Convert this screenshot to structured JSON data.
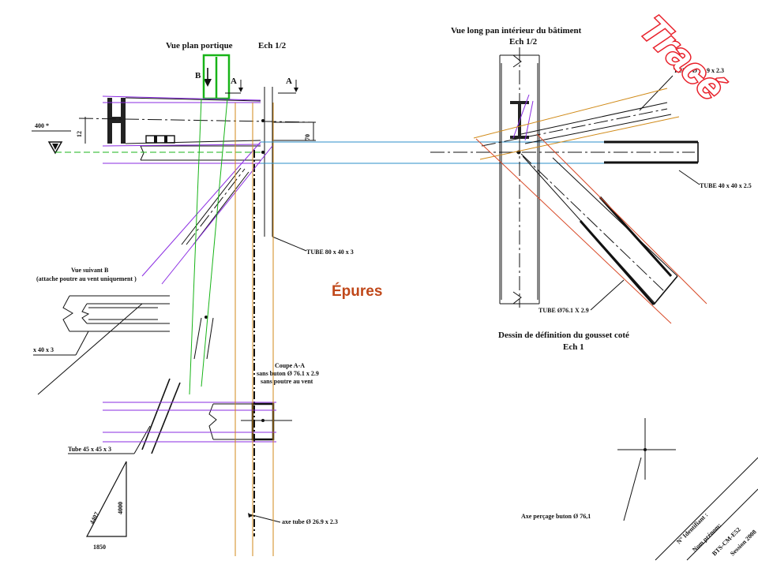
{
  "colors": {
    "trace": "#e8202a",
    "epures": "#c0481a",
    "purple": "#8a2be2",
    "green": "#18b418",
    "cyan": "#2b8fc8",
    "orange": "#d08a18",
    "red_line": "#d84a28"
  },
  "titles": {
    "plan_view": "Vue plan portique",
    "plan_scale": "Ech 1/2",
    "long_view": "Vue long pan intérieur du bâtiment",
    "long_scale": "Ech 1/2",
    "gusset_title": "Dessin de définition du  gousset coté",
    "gusset_scale": "Ech 1",
    "epures": "Épures",
    "trace": "Tracé"
  },
  "labels": {
    "view_b": "B",
    "section_a_left": "A",
    "section_a_right": "A",
    "elev_400": "400 *",
    "dim_12": "12",
    "dim_70": "70",
    "tube_80": "TUBE 80 x 40 x 3",
    "vue_suivant_b": "Vue suivant B",
    "vue_suivant_b_note": "(attache poutre au vent uniquement )",
    "tube_40_left": "x 40 x 3",
    "coupe_aa": "Coupe A-A",
    "coupe_aa_line2": "sans buton Ø 76.1 x 2.9",
    "coupe_aa_line3": "sans poutre au vent",
    "tube_45": "Tube 45 x 45 x 3",
    "dim_4407": "4407",
    "dim_4000": "4000",
    "dim_1850": "1850",
    "axe_tube": "axe tube Ø 26.9 x 2.3",
    "tube_top_right": "TUBE Ø 26.9 x 2.3",
    "tube_40_right": "TUBE 40 x 40 x 2.5",
    "tube_76": "TUBE Ø76.1 X 2.9",
    "axe_percage": "Axe perçage  buton Ø 76,1",
    "tb_identifiant": "N° Identifiant :",
    "tb_nom": "Nom prénom:",
    "tb_code": "BTS-CM-E52",
    "tb_session": "Session 2008"
  }
}
